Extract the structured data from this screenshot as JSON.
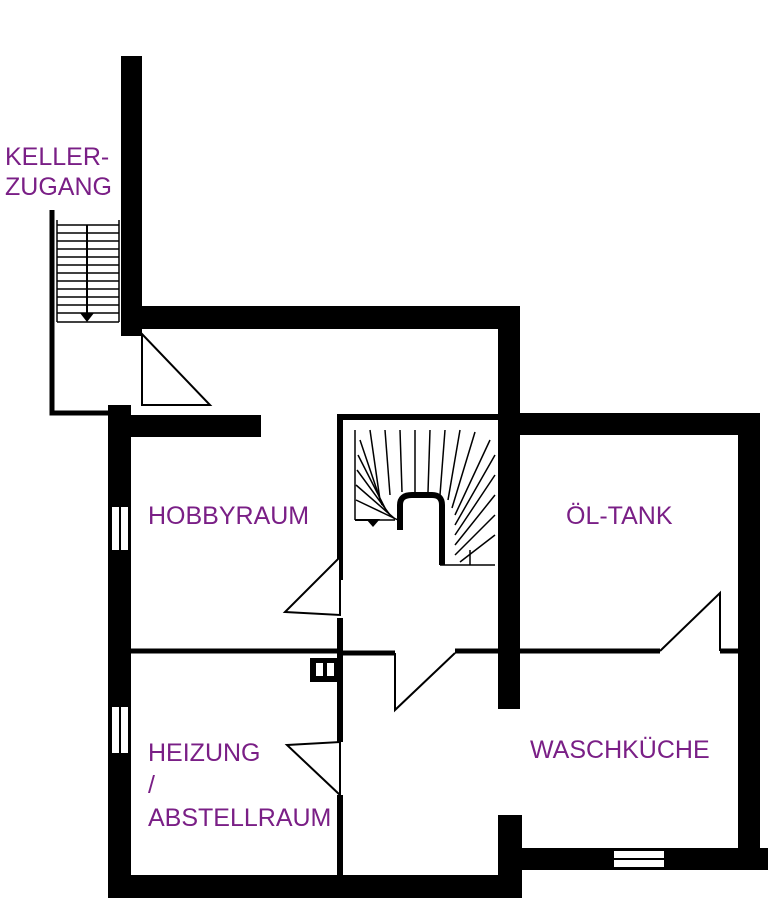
{
  "floorplan": {
    "labels": {
      "kellerzugang_1": "KELLER-",
      "kellerzugang_2": "ZUGANG",
      "hobbyraum": "HOBBYRAUM",
      "oeltank": "ÖL-TANK",
      "heizung_1": "HEIZUNG",
      "heizung_2": "/",
      "heizung_3": "ABSTELLRAUM",
      "waschkueche": "WASCHKÜCHE"
    },
    "colors": {
      "wall": "#000000",
      "label": "#7a1f86",
      "background": "#ffffff"
    }
  }
}
